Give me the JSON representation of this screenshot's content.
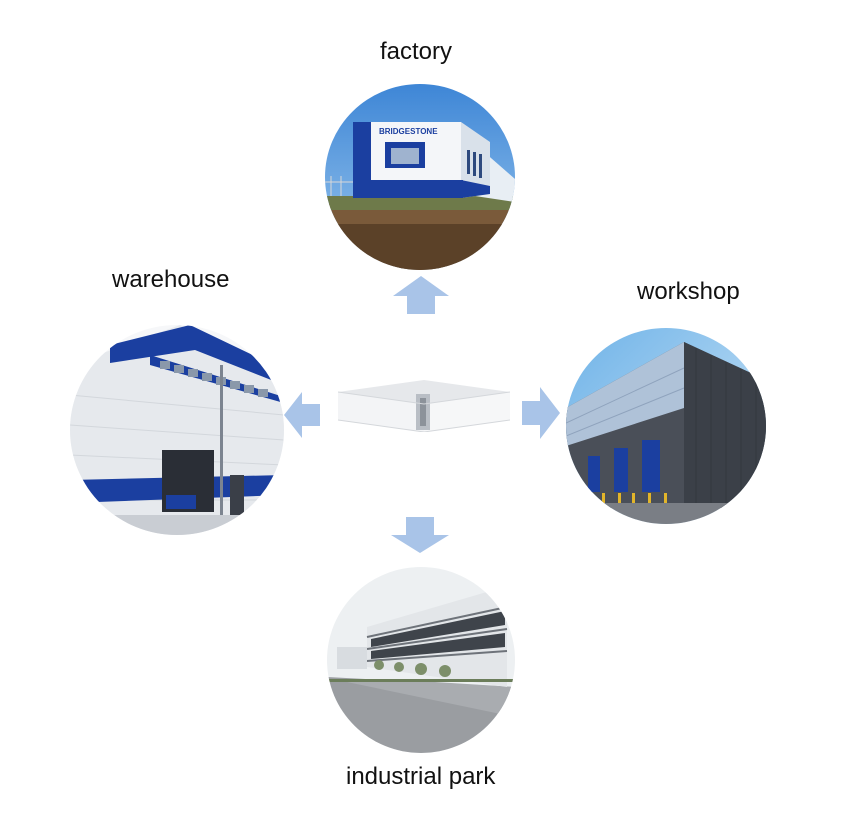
{
  "nodes": {
    "top": {
      "label": "factory",
      "sign_text": "BRIDGESTONE"
    },
    "left": {
      "label": "warehouse"
    },
    "right": {
      "label": "workshop"
    },
    "bottom": {
      "label": "industrial park"
    }
  },
  "colors": {
    "arrow": "#A9C4E8",
    "brand_blue": "#1B3FA0",
    "sky": "#4A8FD9"
  }
}
